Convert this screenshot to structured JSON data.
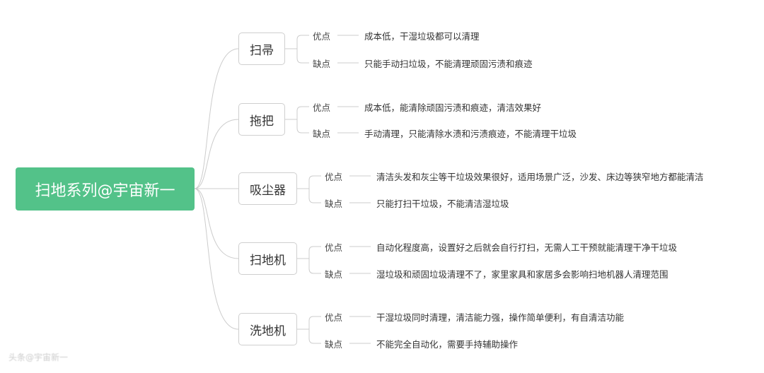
{
  "root": {
    "title": "扫地系列@宇宙新一"
  },
  "branches": [
    {
      "name": "扫帚",
      "pros_label": "优点",
      "pros": "成本低，干湿垃圾都可以清理",
      "cons_label": "缺点",
      "cons": "只能手动扫垃圾，不能清理顽固污渍和痕迹"
    },
    {
      "name": "拖把",
      "pros_label": "优点",
      "pros": "成本低，能清除顽固污渍和痕迹，清洁效果好",
      "cons_label": "缺点",
      "cons": "手动清理，只能清除水渍和污渍痕迹，不能清理干垃圾"
    },
    {
      "name": "吸尘器",
      "pros_label": "优点",
      "pros": "清洁头发和灰尘等干垃圾效果很好，适用场景广泛，沙发、床边等狭窄地方都能清洁",
      "cons_label": "缺点",
      "cons": "只能打扫干垃圾，不能清洁湿垃圾"
    },
    {
      "name": "扫地机",
      "pros_label": "优点",
      "pros": "自动化程度高，设置好之后就会自行打扫，无需人工干预就能清理干净干垃圾",
      "cons_label": "缺点",
      "cons": "湿垃圾和顽固垃圾清理不了，家里家具和家居多会影响扫地机器人清理范围"
    },
    {
      "name": "洗地机",
      "pros_label": "优点",
      "pros": "干湿垃圾同时清理，清洁能力强，操作简单便利，有自清洁功能",
      "cons_label": "缺点",
      "cons": "不能完全自动化，需要手持辅助操作"
    }
  ],
  "watermark": "头条@宇宙新一",
  "colors": {
    "root": "#53c289",
    "line": "#cccccc"
  }
}
